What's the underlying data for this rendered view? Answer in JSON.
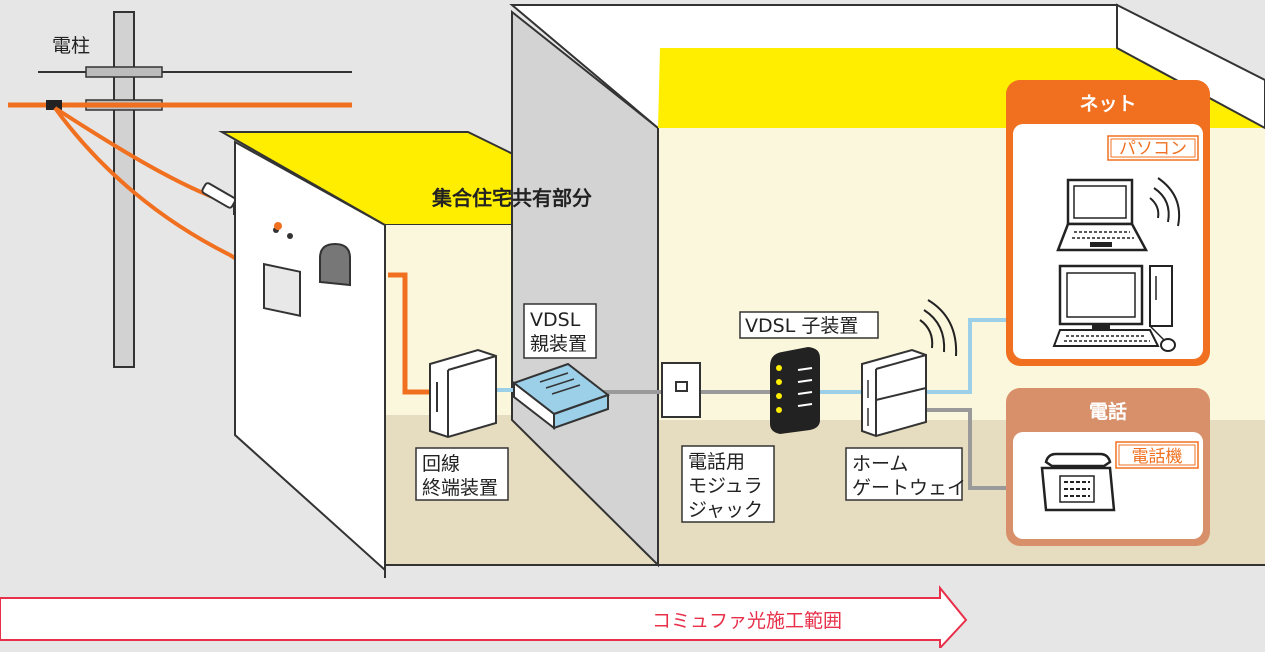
{
  "labels": {
    "pole": "電柱",
    "shared_area": "集合住宅共有部分",
    "vdsl_parent_line1": "VDSL",
    "vdsl_parent_line2": "親装置",
    "vdsl_child": "VDSL 子装置",
    "ont_line1": "回線",
    "ont_line2": "終端装置",
    "modular_line1": "電話用",
    "modular_line2": "モジュラ",
    "modular_line3": "ジャック",
    "hgw_line1": "ホーム",
    "hgw_line2": "ゲートウェイ",
    "net_title": "ネット",
    "pc_label": "パソコン",
    "phone_title": "電話",
    "phone_label": "電話機",
    "scope": "コミュファ光施工範囲"
  },
  "colors": {
    "background": "#e6e6e6",
    "fiber": "#f07020",
    "lan": "#9ccfe8",
    "phone_line": "#9a9a9a",
    "roof_yellow": "#ffee00",
    "interior": "#fbf7dd",
    "floor": "#e6dcbf",
    "net_box": "#f07020",
    "phone_box": "#d8906a",
    "scope_arrow": "#e8304a"
  },
  "icons": [
    "utility-pole-icon",
    "optical-connector-icon",
    "ont-icon",
    "vdsl-parent-icon",
    "modular-jack-icon",
    "vdsl-child-icon",
    "home-gateway-icon",
    "laptop-icon",
    "desktop-pc-icon",
    "wifi-icon",
    "telephone-icon"
  ]
}
